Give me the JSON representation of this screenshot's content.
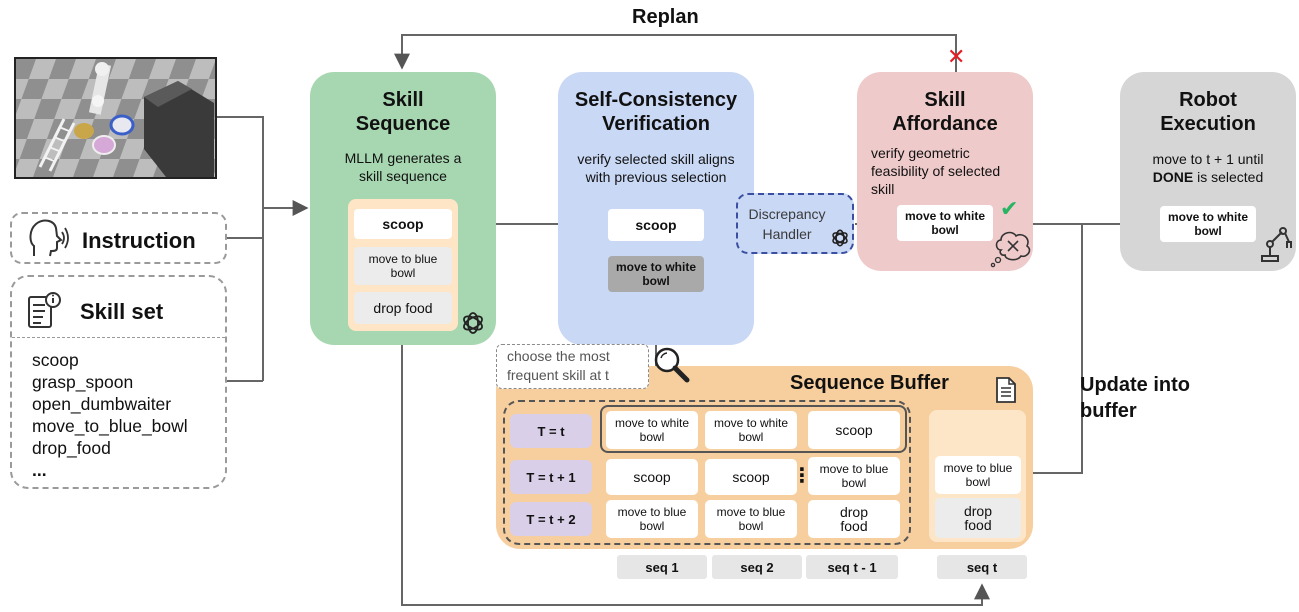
{
  "replan_label": "Replan",
  "update_label": "Update into buffer",
  "inputs": {
    "instruction_label": "Instruction",
    "skillset_title": "Skill set",
    "skills": [
      "scoop",
      "grasp_spoon",
      "open_dumbwaiter",
      "move_to_blue_bowl",
      "drop_food",
      "..."
    ]
  },
  "skill_sequence": {
    "title": "Skill Sequence",
    "desc": "MLLM generates a skill sequence",
    "cards": [
      "scoop",
      "move to blue bowl",
      "drop food"
    ]
  },
  "self_consistency": {
    "title": "Self-Consistency Verification",
    "desc": "verify selected skill aligns with previous selection",
    "selected": "scoop",
    "alternative": "move to white bowl"
  },
  "discrepancy_handler": "Discrepancy Handler",
  "skill_affordance": {
    "title": "Skill Affordance",
    "desc": "verify geometric feasibility of selected skill",
    "card": "move to white bowl",
    "reject_mark": "✕",
    "accept_mark": "✔"
  },
  "robot_execution": {
    "title": "Robot Execution",
    "desc_pre": "move to t + 1 until",
    "desc_bold": "DONE",
    "desc_post": "is selected",
    "card": "move to white bowl"
  },
  "choose_note": "choose the most frequent skill at t",
  "buffer": {
    "title": "Sequence Buffer",
    "row_labels": [
      "T = t",
      "T = t + 1",
      "T = t + 2"
    ],
    "rows": [
      [
        "move to white bowl",
        "move to white bowl",
        "scoop"
      ],
      [
        "scoop",
        "scoop",
        "move to blue bowl"
      ],
      [
        "move to blue bowl",
        "move to blue bowl",
        "drop food"
      ]
    ],
    "ellipsis": "⋮",
    "seq_t_cells": [
      "move to blue bowl",
      "drop food"
    ],
    "seq_labels": [
      "seq 1",
      "seq 2",
      "seq t - 1",
      "seq t"
    ]
  }
}
